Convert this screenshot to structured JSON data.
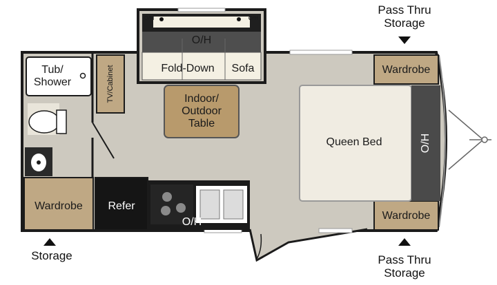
{
  "labels": {
    "pass_thru_storage_top": "Pass Thru\nStorage",
    "pass_thru_storage_bottom": "Pass Thru\nStorage",
    "storage": "Storage",
    "tub_shower": "Tub/\nShower",
    "tv_cabinet": "TV/Cabinet",
    "oh_slide": "O/H",
    "oh_small_left": "O/H",
    "oh_small_right": "O/H",
    "fold_down": "Fold-Down",
    "sofa": "Sofa",
    "indoor_outdoor_table": "Indoor/\nOutdoor\nTable",
    "queen_bed": "Queen Bed",
    "oh_bed": "O/H",
    "wardrobe_top_right": "Wardrobe",
    "wardrobe_bottom_right": "Wardrobe",
    "wardrobe_left": "Wardrobe",
    "refer": "Refer",
    "oh_kitchen": "O/H"
  },
  "colors": {
    "floor": "#cdc9bf",
    "wall": "#1b1b1b",
    "wardrobe": "#bfa884",
    "table": "#b89a6c",
    "bed": "#f0ece2",
    "cream": "#f4f0e3",
    "dark_panel": "#4a4a4a",
    "refer": "#151515"
  }
}
